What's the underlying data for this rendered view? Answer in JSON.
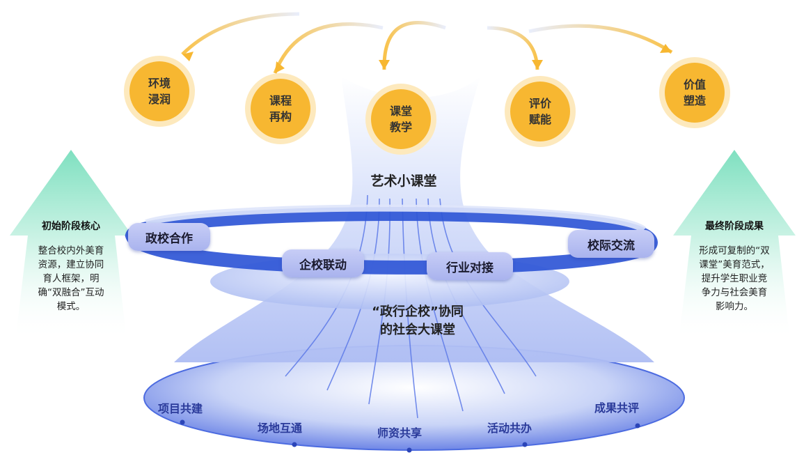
{
  "stages": [
    {
      "id": "env",
      "label": "环境浸润"
    },
    {
      "id": "course",
      "label": "课程再构"
    },
    {
      "id": "teach",
      "label": "课堂教学"
    },
    {
      "id": "eval",
      "label": "评价赋能"
    },
    {
      "id": "value",
      "label": "价值塑造"
    }
  ],
  "small_classroom": "艺术小课堂",
  "ring_nodes": [
    {
      "label": "政校合作"
    },
    {
      "label": "企校联动"
    },
    {
      "label": "行业对接"
    },
    {
      "label": "校际交流"
    }
  ],
  "big_classroom": {
    "line1": "“政行企校”协同",
    "line2": "的社会大课堂"
  },
  "base_items": [
    {
      "label": "项目共建"
    },
    {
      "label": "场地互通"
    },
    {
      "label": "师资共享"
    },
    {
      "label": "活动共办"
    },
    {
      "label": "成果共评"
    }
  ],
  "left_arrow": {
    "title": "初始阶段核心",
    "text": "整合校内外美育资源，建立协同育人框架，明确“双融合”互动模式。"
  },
  "right_arrow": {
    "title": "最终阶段成果",
    "text": "形成可复制的“双课堂”美育范式，提升学生职业竞争力与社会美育影响力。"
  },
  "colors": {
    "gold": "#f7b731",
    "gold_halo": "#fde9bd",
    "blue_band": "#2f56d6",
    "pill": "#b3bcf1",
    "arrow_green": "#8fe3c8",
    "base_text": "#2a3a9a"
  }
}
